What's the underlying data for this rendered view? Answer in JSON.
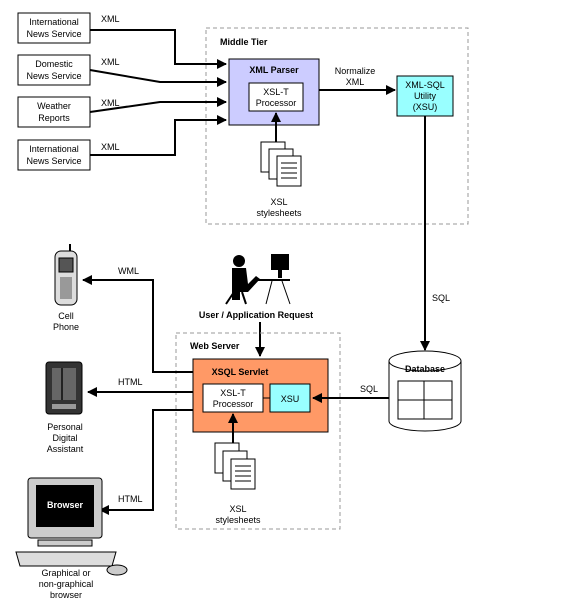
{
  "sources": [
    {
      "line1": "International",
      "line2": "News Service",
      "arrow_label": "XML"
    },
    {
      "line1": "Domestic",
      "line2": "News Service",
      "arrow_label": "XML"
    },
    {
      "line1": "Weather",
      "line2": "Reports",
      "arrow_label": "XML"
    },
    {
      "line1": "International",
      "line2": "News Service",
      "arrow_label": "XML"
    }
  ],
  "middle_tier": {
    "title": "Middle Tier",
    "xml_parser": "XML Parser",
    "xslt_line1": "XSL-T",
    "xslt_line2": "Processor",
    "xsl_line1": "XSL",
    "xsl_line2": "stylesheets",
    "normalize_line1": "Normalize",
    "normalize_line2": "XML",
    "xsu_line1": "XML-SQL",
    "xsu_line2": "Utility",
    "xsu_line3": "(XSU)"
  },
  "sql_label": "SQL",
  "user_request": "User / Application Request",
  "web_server": {
    "title": "Web Server",
    "servlet": "XSQL Servlet",
    "xslt_line1": "XSL-T",
    "xslt_line2": "Processor",
    "xsu": "XSU",
    "xsl_line1": "XSL",
    "xsl_line2": "stylesheets"
  },
  "database": {
    "title": "Database",
    "sql_label": "SQL"
  },
  "clients": {
    "phone_arrow": "WML",
    "phone_line1": "Cell",
    "phone_line2": "Phone",
    "pda_arrow": "HTML",
    "pda_line1": "Personal",
    "pda_line2": "Digital",
    "pda_line3": "Assistant",
    "browser_arrow": "HTML",
    "browser_screen": "Browser",
    "browser_line1": "Graphical or",
    "browser_line2": "non-graphical",
    "browser_line3": "browser"
  },
  "colors": {
    "xml_parser_fill": "#ccccff",
    "xsu_fill": "#99ffff",
    "servlet_fill": "#ff9966",
    "xsu_inner_fill": "#99ffff",
    "tier_border": "#999999"
  }
}
